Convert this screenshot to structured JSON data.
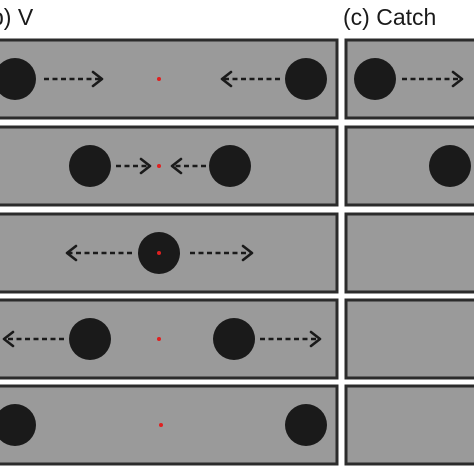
{
  "labels": {
    "panel_b": "b) V",
    "panel_c": "(c) Catch"
  },
  "colors": {
    "background": "#ffffff",
    "frame_fill": "#9a9a9a",
    "frame_stroke": "#2b2b2b",
    "disc": "#1a1a1a",
    "fixation": "#e02020",
    "arrow": "#1a1a1a"
  },
  "icons": {
    "disc": "black-circle",
    "motion": "dashed-arrow",
    "fixation": "red-dot"
  }
}
